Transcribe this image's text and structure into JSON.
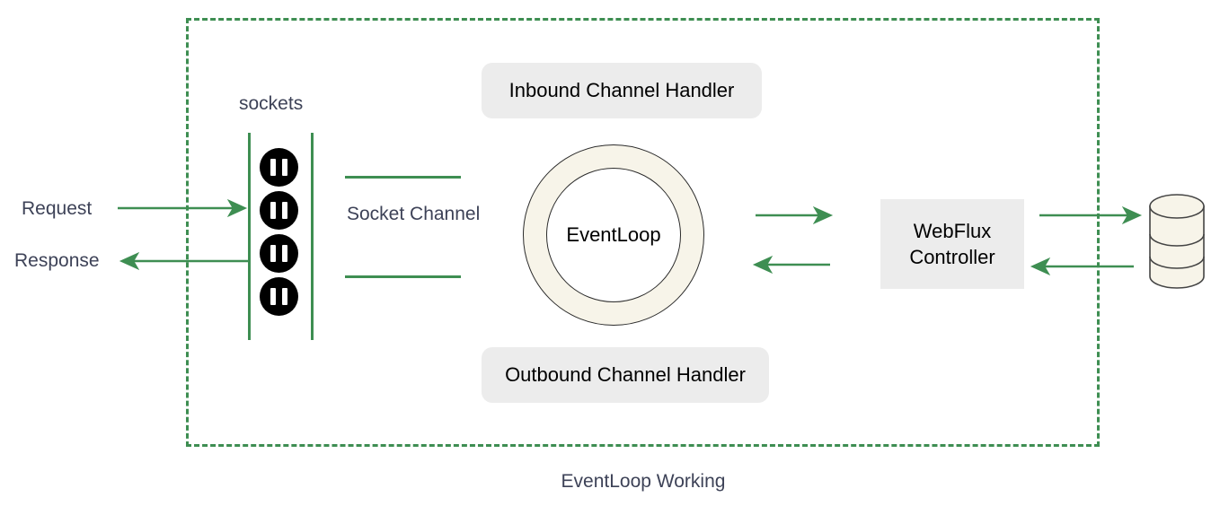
{
  "diagram": {
    "caption": "EventLoop Working",
    "boundary_style": "dashed",
    "accent_color": "#3e8e52",
    "slate_text_color": "#3d4257",
    "box_fill_color": "#ececec",
    "donut_fill_color": "#f7f4e9"
  },
  "labels": {
    "sockets": "sockets",
    "request": "Request",
    "response": "Response",
    "socket_channel": "Socket Channel"
  },
  "nodes": {
    "inbound_handler": "Inbound Channel Handler",
    "outbound_handler": "Outbound Channel Handler",
    "eventloop": "EventLoop",
    "webflux_controller_line1": "WebFlux",
    "webflux_controller_line2": "Controller"
  },
  "sockets": {
    "count": 4,
    "icon": "socket-outlet-icon",
    "items": [
      {
        "id": "socket-1"
      },
      {
        "id": "socket-2"
      },
      {
        "id": "socket-3"
      },
      {
        "id": "socket-4"
      }
    ]
  },
  "arrows": [
    {
      "id": "request-arrow",
      "from": "Request",
      "to": "sockets",
      "direction": "right"
    },
    {
      "id": "response-arrow",
      "from": "sockets",
      "to": "Response",
      "direction": "left"
    },
    {
      "id": "eventloop-to-controller-arrow",
      "from": "EventLoop",
      "to": "WebFlux Controller",
      "direction": "right"
    },
    {
      "id": "controller-to-eventloop-arrow",
      "from": "WebFlux Controller",
      "to": "EventLoop",
      "direction": "left"
    },
    {
      "id": "controller-to-database-arrow",
      "from": "WebFlux Controller",
      "to": "Database",
      "direction": "right"
    },
    {
      "id": "database-to-controller-arrow",
      "from": "Database",
      "to": "WebFlux Controller",
      "direction": "left"
    }
  ],
  "database": {
    "icon": "database-cylinder-icon",
    "fill": "#f7f4e9",
    "stroke": "#444444"
  }
}
